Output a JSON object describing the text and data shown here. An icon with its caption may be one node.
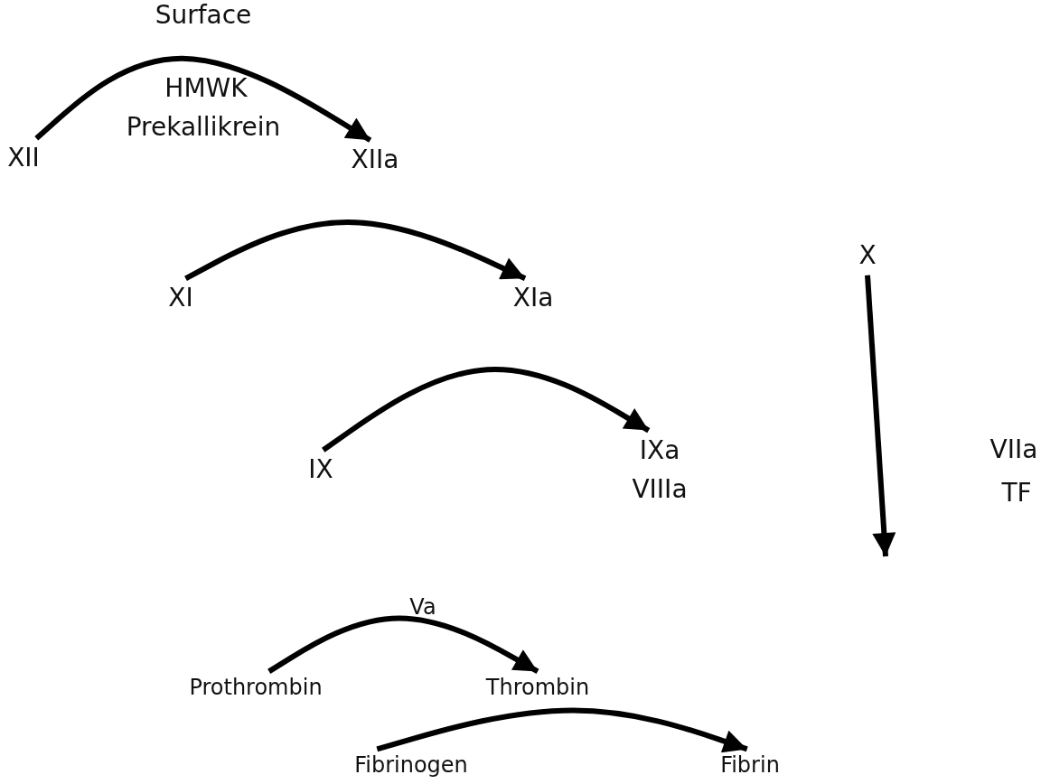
{
  "diagram": {
    "nodes": [
      {
        "text": [
          "XII"
        ]
      },
      {
        "text": [
          "XIIa"
        ]
      },
      {
        "text": [
          "XI"
        ]
      },
      {
        "text": [
          "XIa"
        ]
      },
      {
        "text": [
          "IX"
        ]
      },
      {
        "text": [
          "IXa",
          "VIIIa"
        ]
      },
      {
        "text": [
          "X"
        ]
      },
      {
        "text": [
          "Prothrombin"
        ]
      },
      {
        "text": [
          "Thrombin"
        ]
      },
      {
        "text": [
          "Fibrinogen"
        ]
      },
      {
        "text": [
          "Fibrin"
        ]
      }
    ],
    "edges": [
      {
        "from": 0,
        "to": 1,
        "arrow": "to"
      },
      {
        "from": 2,
        "to": 3,
        "arrow": "to"
      },
      {
        "from": 4,
        "to": 5,
        "arrow": "to"
      },
      {
        "from": 6,
        "to": null,
        "arrow": "to"
      },
      {
        "from": 7,
        "to": 8,
        "arrow": "to"
      },
      {
        "from": 9,
        "to": 10,
        "arrow": "to"
      }
    ],
    "labels": [
      "Surface",
      "HMWK",
      "Prekallikrein",
      "VIIa",
      "TF",
      "Va"
    ]
  }
}
